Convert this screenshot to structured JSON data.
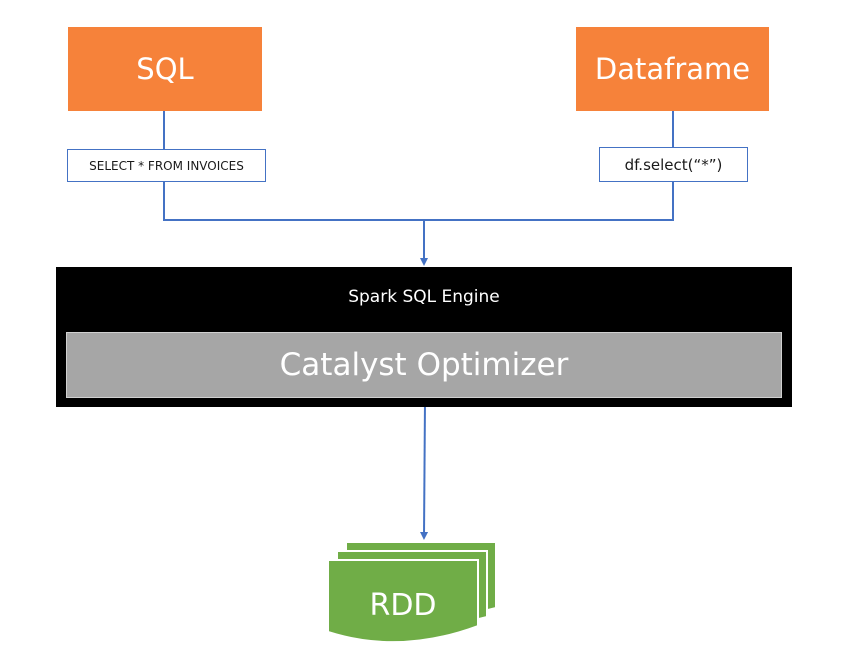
{
  "sources": {
    "sql_label": "SQL",
    "dataframe_label": "Dataframe"
  },
  "code": {
    "sql_query": "SELECT * FROM INVOICES",
    "df_call": "df.select(“*”)"
  },
  "engine": {
    "title": "Spark SQL Engine",
    "optimizer": "Catalyst Optimizer"
  },
  "output": {
    "label": "RDD"
  },
  "colors": {
    "source_fill": "#F6823A",
    "connector": "#4472C4",
    "engine_fill": "#000000",
    "optimizer_fill": "#A6A6A6",
    "rdd_front": "#70AD47",
    "rdd_outline": "#ffffff"
  }
}
